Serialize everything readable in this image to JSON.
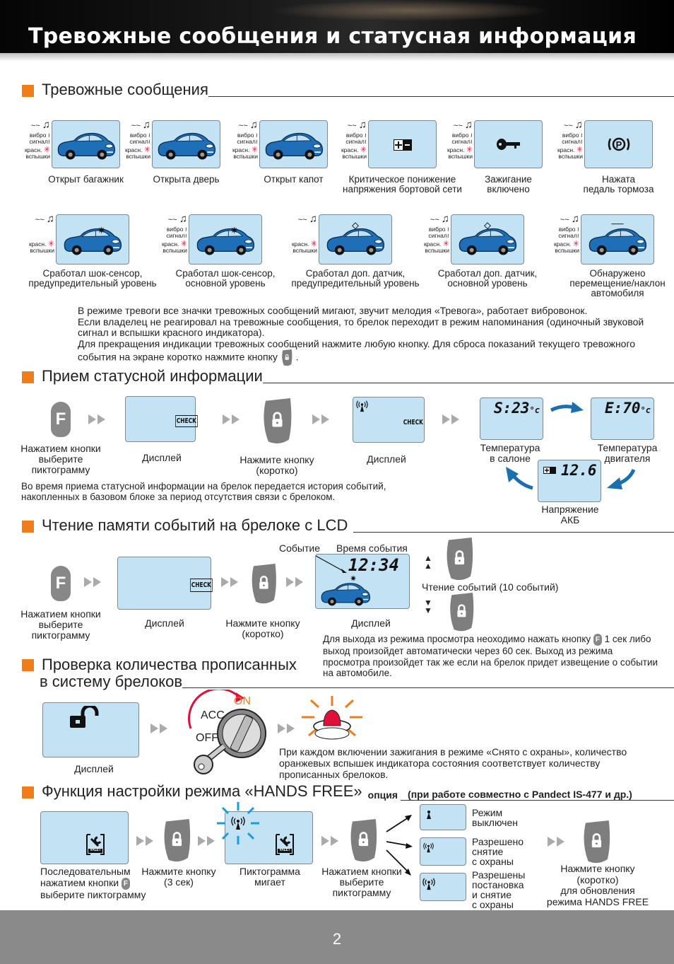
{
  "header": {
    "title": "Тревожные сообщения и статусная информация"
  },
  "indicators": {
    "sound": "~~",
    "vibro_1": "вибро",
    "vibro_2": "сигнал",
    "flash_1": "красн.",
    "flash_2": "вспышки"
  },
  "alarm": {
    "heading": "Тревожные сообщения",
    "row1": [
      {
        "caption": [
          "Открыт багажник"
        ],
        "icon": "car-trunk-open",
        "vibro": true
      },
      {
        "caption": [
          "Открыта дверь"
        ],
        "icon": "car-door-open",
        "vibro": true
      },
      {
        "caption": [
          "Открыт капот"
        ],
        "icon": "car-hood-open",
        "vibro": true
      },
      {
        "caption": [
          "Критическое понижение",
          "напряжения бортовой сети"
        ],
        "icon": "battery",
        "vibro": true
      },
      {
        "caption": [
          "Зажигание",
          "включено"
        ],
        "icon": "key",
        "vibro": true
      },
      {
        "caption": [
          "Нажата",
          "педаль тормоза"
        ],
        "icon": "brake",
        "vibro": true
      }
    ],
    "row2": [
      {
        "caption": [
          "Сработал шок-сенсор,",
          "предупредительный  уровень"
        ],
        "icon": "car-shock-warning",
        "vibro": false
      },
      {
        "caption": [
          "Сработал шок-сенсор,",
          "основной уровень"
        ],
        "icon": "car-shock-main",
        "vibro": true
      },
      {
        "caption": [
          "Сработал доп. датчик,",
          "предупредительный  уровень"
        ],
        "icon": "car-sensor-warning",
        "vibro": false
      },
      {
        "caption": [
          "Сработал доп. датчик,",
          "основной уровень"
        ],
        "icon": "car-sensor-main",
        "vibro": true
      },
      {
        "caption": [
          "Обнаружено",
          "перемещение/наклон",
          "автомобиля"
        ],
        "icon": "car-tilt",
        "vibro": true
      }
    ],
    "note": {
      "p1": "В режиме тревоги все значки тревожных сообщений мигают, звучит мелодия «Тревога», работает вибровонок.",
      "p2": "Если владелец не реагировал на тревожные сообщения, то брелок переходит в режим напоминания (одиночный звуковой сигнал и вспышки красного индикатора).",
      "p3": "Для прекращения индикации тревожных сообщений нажмите любую кнопку. Для сброса показаний текущего тревожного события на экране коротко нажмите кнопку",
      "p3_end": "."
    }
  },
  "status": {
    "heading": "Прием статусной информации",
    "f_label": "F",
    "step1": [
      "Нажатием кнопки",
      "выберите",
      "пиктограмму"
    ],
    "display": "Дисплей",
    "check": "CHECK",
    "press": [
      "Нажмите кнопку",
      "(коротко)"
    ],
    "salon": {
      "prefix": "S",
      "value": ":23",
      "unit": "°c",
      "caption": [
        "Температура",
        "в салоне"
      ]
    },
    "engine": {
      "prefix": "E",
      "value": ":70",
      "unit": "°c",
      "caption": [
        "Температура",
        "двигателя"
      ]
    },
    "battery": {
      "value": "12.6",
      "caption": [
        "Напряжение",
        "АКБ"
      ]
    },
    "note": [
      "Во время приема статусной информации на брелок передается история событий,",
      "накопленных в базовом блоке за период отсутствия связи с брелоком."
    ]
  },
  "memory": {
    "heading": "Чтение памяти событий на брелоке с LCD",
    "step1": [
      "Нажатием кнопки",
      "выберите",
      "пиктограмму"
    ],
    "display": "Дисплей",
    "check": "CHECK",
    "press": [
      "Нажмите кнопку",
      "(коротко)"
    ],
    "event_label": "Событие",
    "time_label": "Время события",
    "time": "12:34",
    "read": "Чтение событий (10 событий)",
    "note": {
      "l1a": "Для выхода из режима просмотра неоходимо нажать кнопку",
      "l1b": "1 сек",
      "rest": "либо выход произойдет автоматически через 60 сек. Выход из режима просмотра произойдет так же если на брелок придет извещение о событии на автомобиле."
    }
  },
  "count": {
    "heading_1": "Проверка количества прописанных",
    "heading_2": "в систему брелоков",
    "display": "Дисплей",
    "ign": {
      "on": "ON",
      "acc": "ACC",
      "off": "OFF"
    },
    "note": "При каждом включении зажигания в режиме «Снято с охраны», количество оранжевых вспышек индикатора состояния соответствует количеству прописанных брелоков.",
    "colors": {
      "on": "#f07d1a",
      "arc": "#e0103a"
    }
  },
  "handsfree": {
    "heading": "Функция настройки режима «HANDS FREE»",
    "option": "опция",
    "sub": "(при работе совместно с Pandect IS-477 и др.)",
    "valet": "VALET",
    "step1": {
      "a": "Последовательным",
      "b": "нажатием кнопки",
      "c": "выберите пиктограмму"
    },
    "step2": [
      "Нажмите кнопку",
      "(3 сек)"
    ],
    "step3": [
      "Пиктограмма",
      "мигает"
    ],
    "step4": [
      "Нажатием кнопки",
      "выберите",
      "пиктограмму"
    ],
    "modes": [
      [
        "Режим",
        "выключен"
      ],
      [
        "Разрешено",
        "снятие",
        "с охраны"
      ],
      [
        "Разрешены",
        "постановка",
        "и снятие",
        "с охраны"
      ]
    ],
    "final": [
      "Нажмите кнопку",
      "(коротко)",
      "для обновления",
      "режима HANDS FREE"
    ]
  },
  "footer": {
    "page": "2"
  },
  "colors": {
    "accent": "#f07d1a",
    "lcd": "#c3e3f5",
    "car": "#1e6fb8",
    "footer": "#8a8a8a"
  }
}
